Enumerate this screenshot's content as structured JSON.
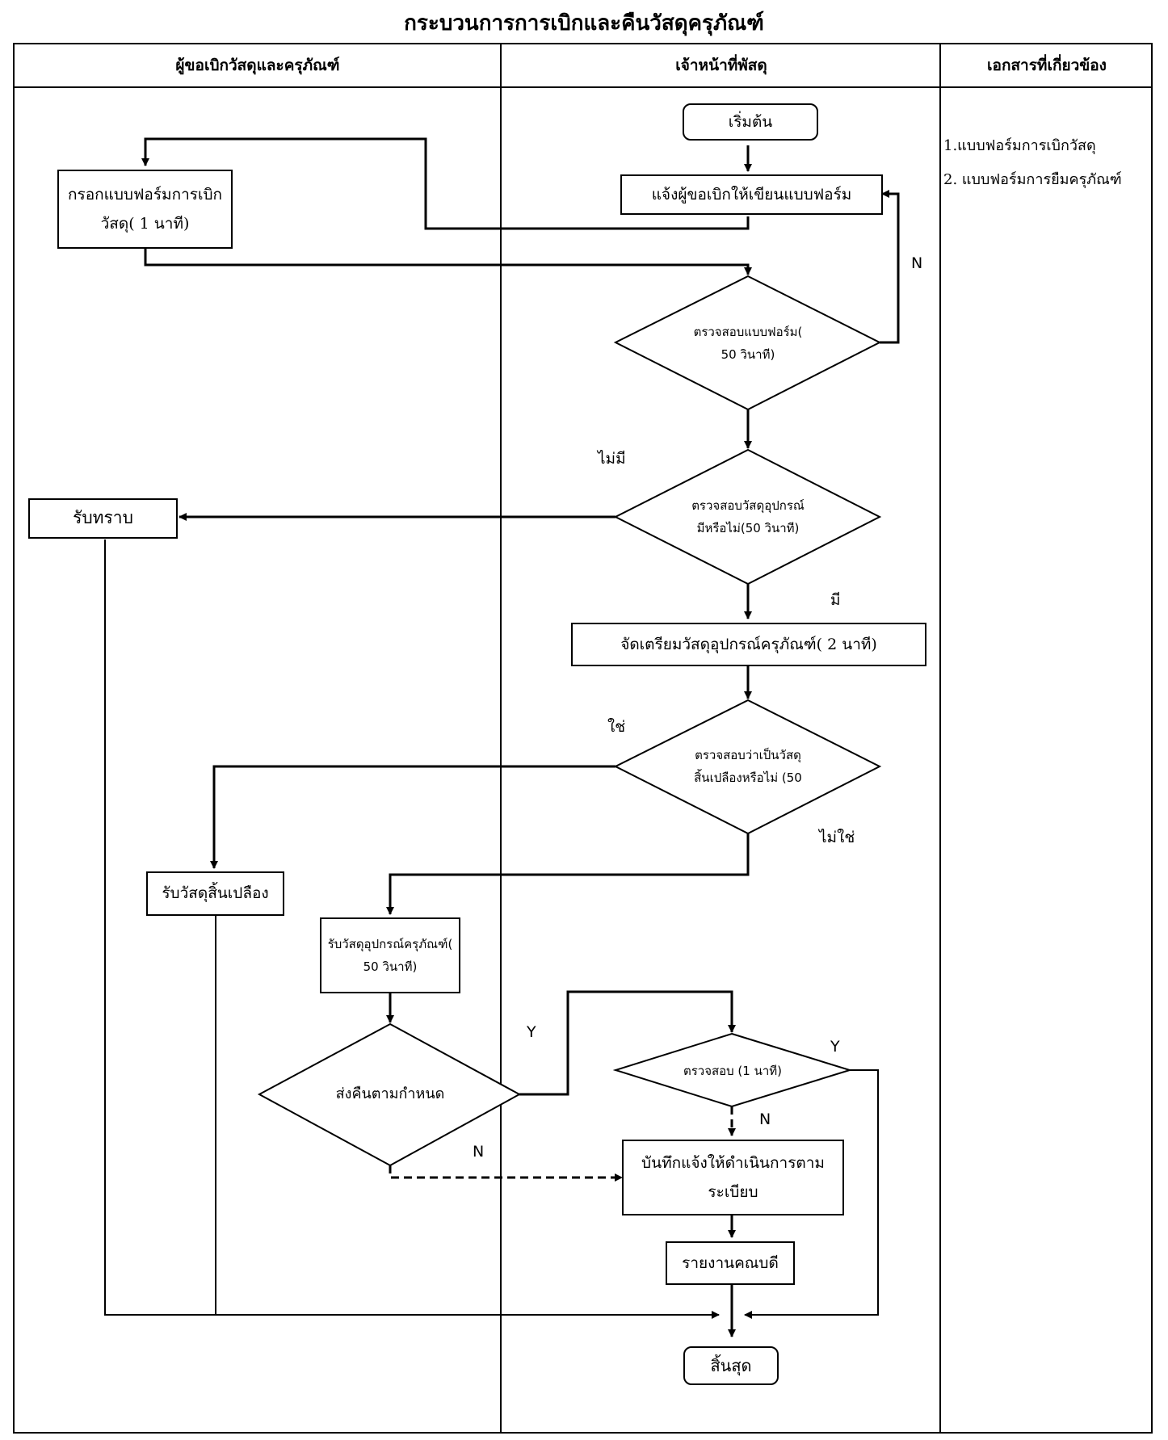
{
  "title": "กระบวนการการเบิกและคืนวัสดุครุภัณฑ์",
  "columns": [
    "ผู้ขอเบิกวัสดุและครุภัณฑ์",
    "เจ้าหน้าที่พัสดุ",
    "เอกสารที่เกี่ยวข้อง"
  ],
  "documents": [
    "1.แบบฟอร์มการเบิกวัสดุ",
    "2. แบบฟอร์มการยืมครุภัณฑ์"
  ],
  "nodes": {
    "start": "เริ่มต้น",
    "notify_form": "แจ้งผู้ขอเบิกให้เขียนแบบฟอร์ม",
    "fill_form_1": "กรอกแบบฟอร์มการเบิก",
    "fill_form_2": "วัสดุ( 1 นาที)",
    "check_form_1": "ตรวจสอบแบบฟอร์ม(",
    "check_form_2": "50 วินาที)",
    "check_stock_1": "ตรวจสอบวัสดุอุปกรณ์",
    "check_stock_2": "มีหรือไม่(50 วินาที)",
    "acknowledge": "รับทราบ",
    "prepare": "จัดเตรียมวัสดุอุปกรณ์ครุภัณฑ์( 2 นาที)",
    "check_consumable_1": "ตรวจสอบว่าเป็นวัสดุ",
    "check_consumable_2": "สิ้นเปลืองหรือไม่ (50",
    "receive_consumable": "รับวัสดุสิ้นเปลือง",
    "receive_equipment_1": "รับวัสดุอุปกรณ์ครุภัณฑ์(",
    "receive_equipment_2": "50 วินาที)",
    "return_on_time": "ส่งคืนตามกำหนด",
    "inspect": "ตรวจสอบ (1 นาที)",
    "record_1": "บันทึกแจ้งให้ดำเนินการตาม",
    "record_2": "ระเบียบ",
    "report": "รายงานคณบดี",
    "end": "สิ้นสุด"
  },
  "labels": {
    "n_form": "N",
    "not_have": "ไม่มี",
    "have": "มี",
    "yes_consumable": "ใช่",
    "no_consumable": "ไม่ใช่",
    "y_return": "Y",
    "n_return": "N",
    "y_inspect": "Y",
    "n_inspect": "N"
  }
}
